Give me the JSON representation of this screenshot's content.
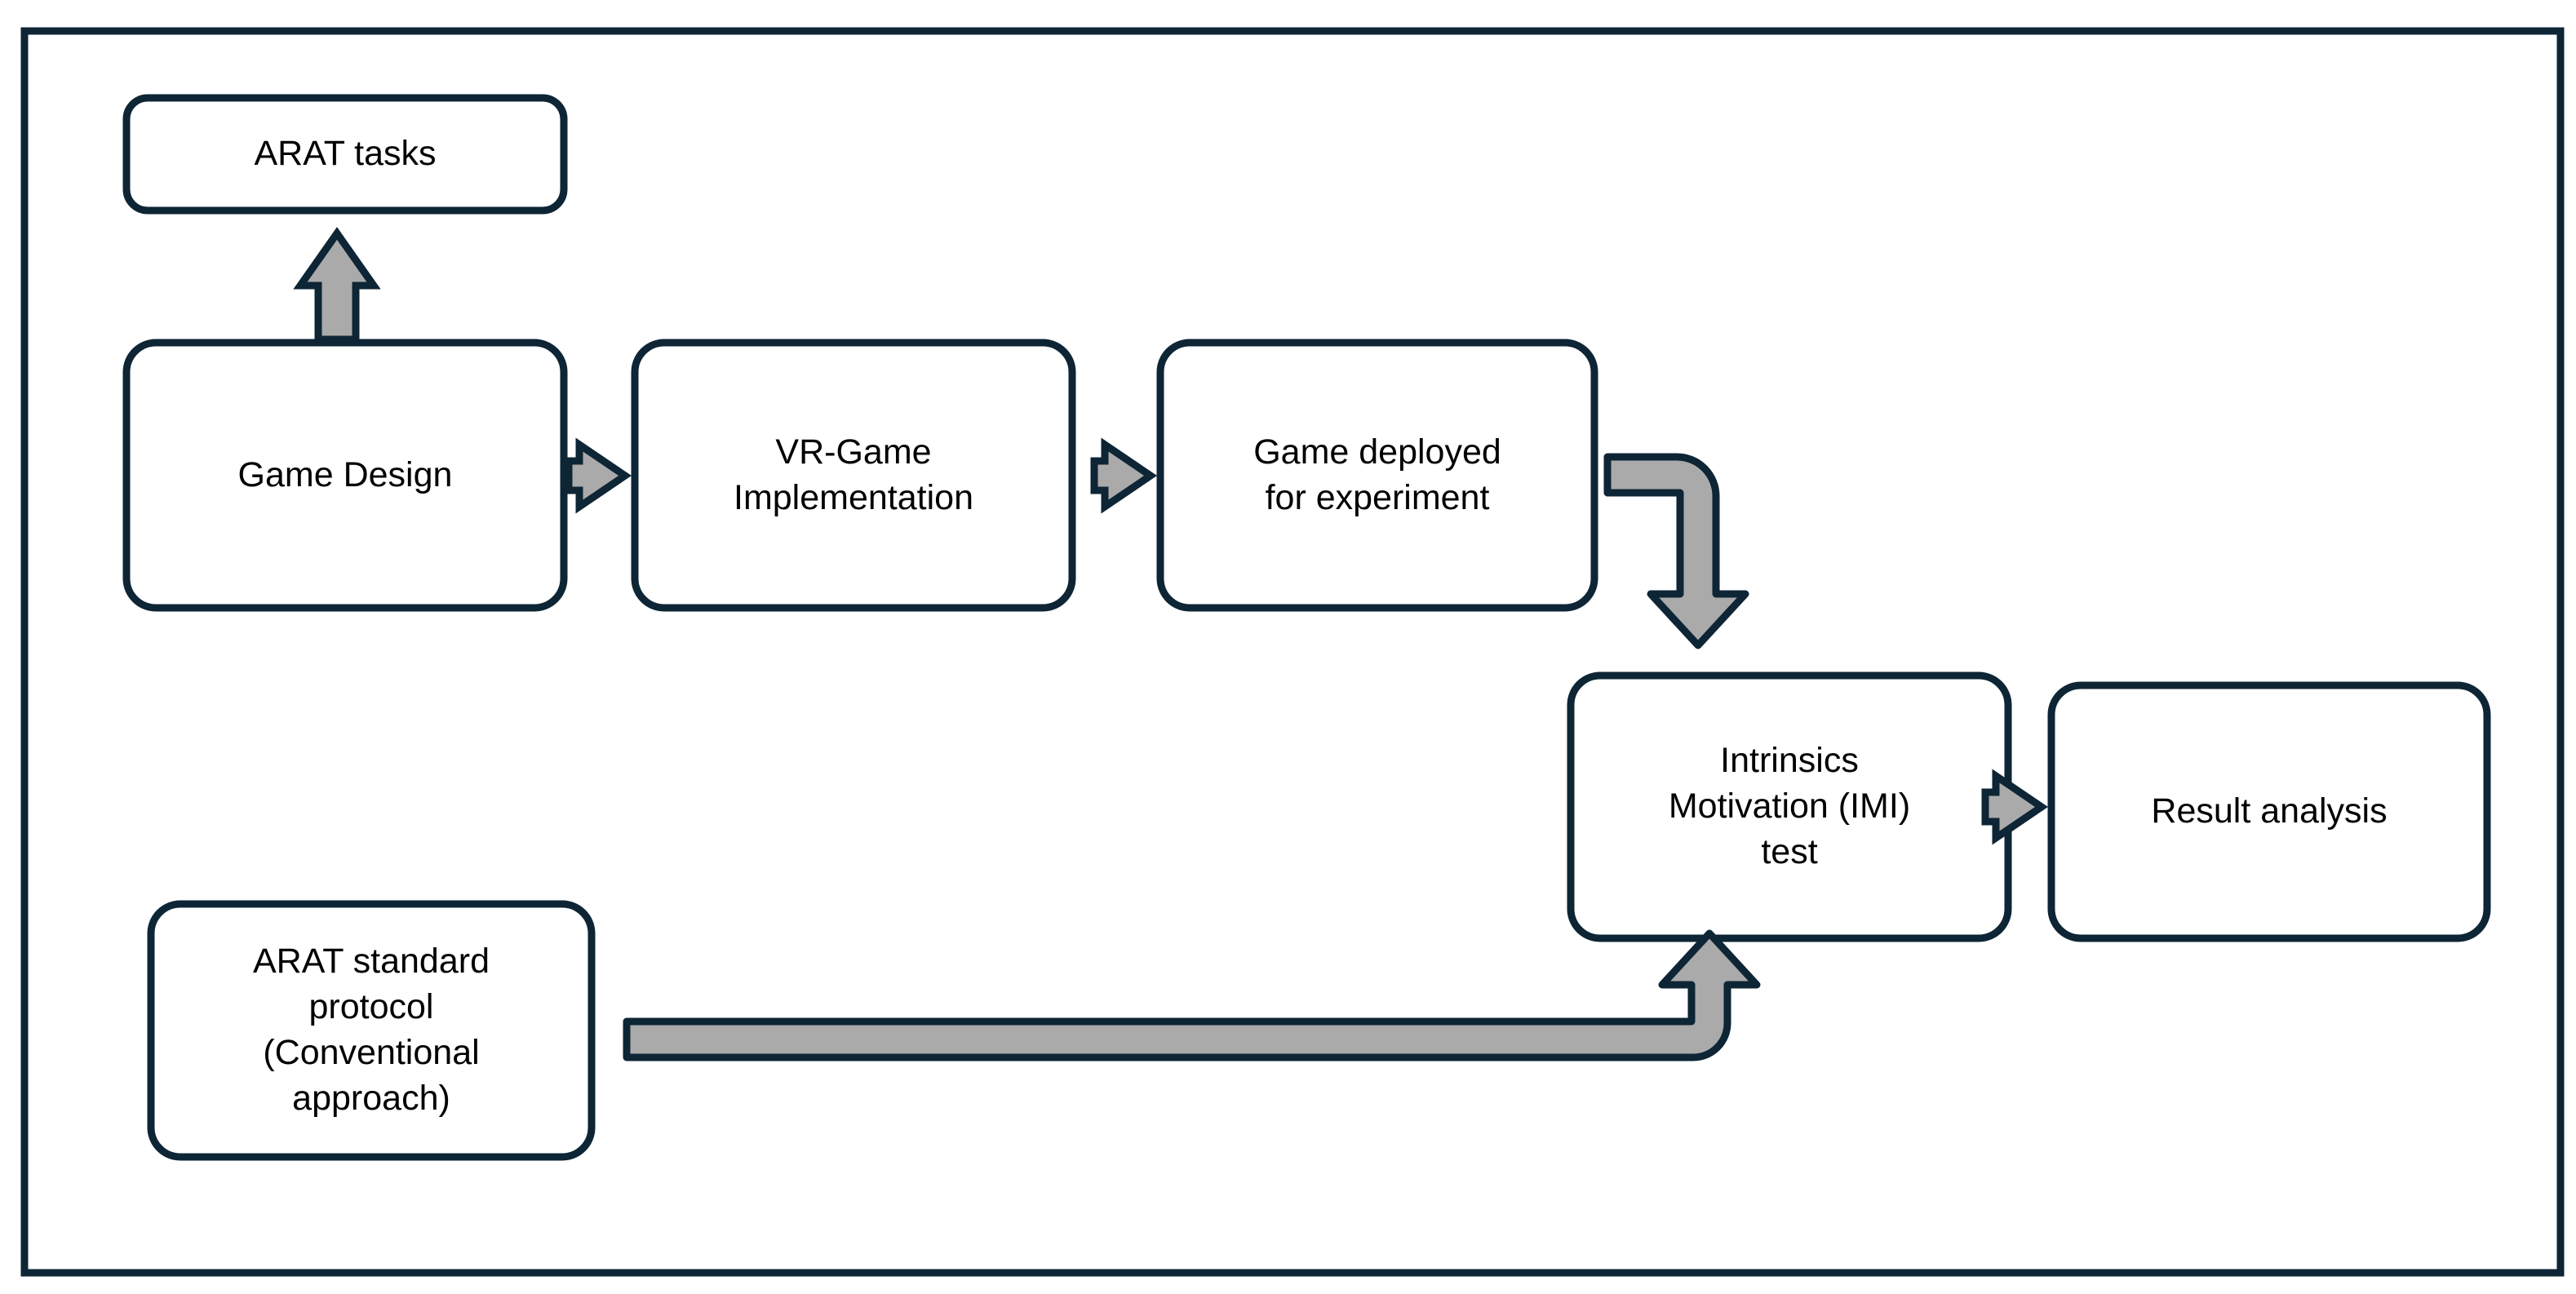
{
  "diagram": {
    "title": "VR-Game rehabilitation study workflow",
    "frame": {
      "name": "outer-border",
      "stroke_color": "#0d2535",
      "fill_color": "#ffffff"
    },
    "style": {
      "node_stroke_color": "#0d2535",
      "node_fill_color": "#ffffff",
      "arrow_fill_color": "#aaaaaa",
      "arrow_stroke_color": "#0d2535",
      "text_color": "#000000"
    },
    "nodes": [
      {
        "id": "arat-tasks",
        "label": "ARAT  tasks"
      },
      {
        "id": "game-design",
        "label": "Game Design"
      },
      {
        "id": "vr-implementation",
        "label": "VR-Game\nImplementation"
      },
      {
        "id": "game-deployed",
        "label": "Game deployed\nfor experiment"
      },
      {
        "id": "imi-test",
        "label": "Intrinsics\nMotivation (IMI)\ntest"
      },
      {
        "id": "result-analysis",
        "label": "Result analysis"
      },
      {
        "id": "arat-protocol",
        "label": "ARAT standard\nprotocol\n(Conventional\napproach)"
      }
    ],
    "connectors": [
      {
        "id": "arrow-game-design-to-arat-tasks",
        "from": "game-design",
        "to": "arat-tasks",
        "direction": "up"
      },
      {
        "id": "arrow-game-design-to-vr-implementation",
        "from": "game-design",
        "to": "vr-implementation",
        "direction": "right"
      },
      {
        "id": "arrow-vr-implementation-to-game-deployed",
        "from": "vr-implementation",
        "to": "game-deployed",
        "direction": "right"
      },
      {
        "id": "arrow-game-deployed-to-imi-test",
        "from": "game-deployed",
        "to": "imi-test",
        "direction": "elbow-right-down"
      },
      {
        "id": "arrow-imi-test-to-result-analysis",
        "from": "imi-test",
        "to": "result-analysis",
        "direction": "right"
      },
      {
        "id": "arrow-arat-protocol-to-imi-test",
        "from": "arat-protocol",
        "to": "imi-test",
        "direction": "elbow-right-up"
      }
    ]
  }
}
